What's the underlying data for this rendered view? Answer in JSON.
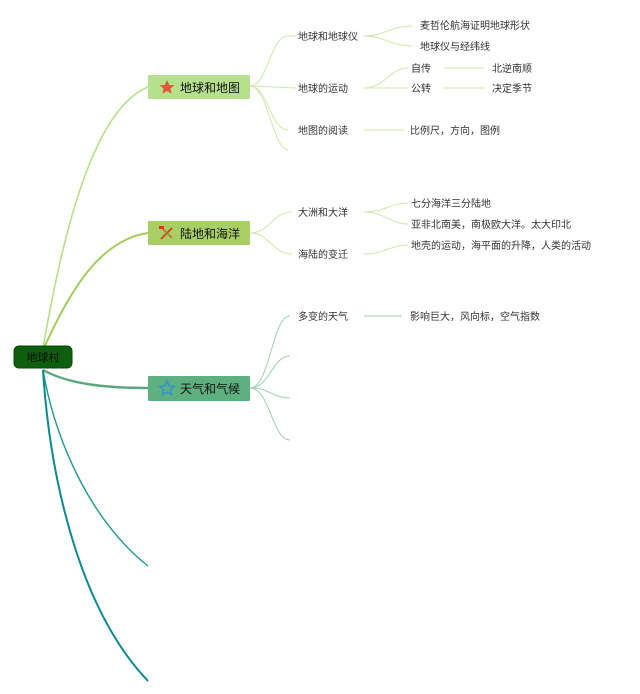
{
  "root": {
    "label": "地球村"
  },
  "main": [
    {
      "label": "地球和地图",
      "icon": "star-filled-icon",
      "color": "#b7e08c",
      "icon_color": "#e0573c",
      "topics": [
        {
          "label": "地球和地球仪",
          "children": [
            "麦哲伦航海证明地球形状",
            "地球仪与经纬线"
          ]
        },
        {
          "label": "地球的运动",
          "children": [
            [
              "自传",
              "北逆南顺"
            ],
            [
              "公转",
              "决定季节"
            ]
          ]
        },
        {
          "label": "地图的阅读",
          "children": [
            "比例尺，方向，图例"
          ]
        }
      ]
    },
    {
      "label": "陆地和海洋",
      "icon": "hammer-pick-icon",
      "color": "#a7cf63",
      "icon_color": "#d9382b",
      "topics": [
        {
          "label": "大洲和大洋",
          "children": [
            "七分海洋三分陆地",
            "亚非北南美，南极欧大洋。太大印北"
          ]
        },
        {
          "label": "海陆的变迁",
          "children": [
            "地壳的运动，海平面的升降，人类的活动"
          ]
        }
      ]
    },
    {
      "label": "天气和气候",
      "icon": "star-outline-icon",
      "color": "#5fb080",
      "icon_color": "#2e8fd6",
      "topics": [
        {
          "label": "多变的天气",
          "children": [
            "影响巨大，风向标，空气指数"
          ]
        }
      ]
    }
  ]
}
